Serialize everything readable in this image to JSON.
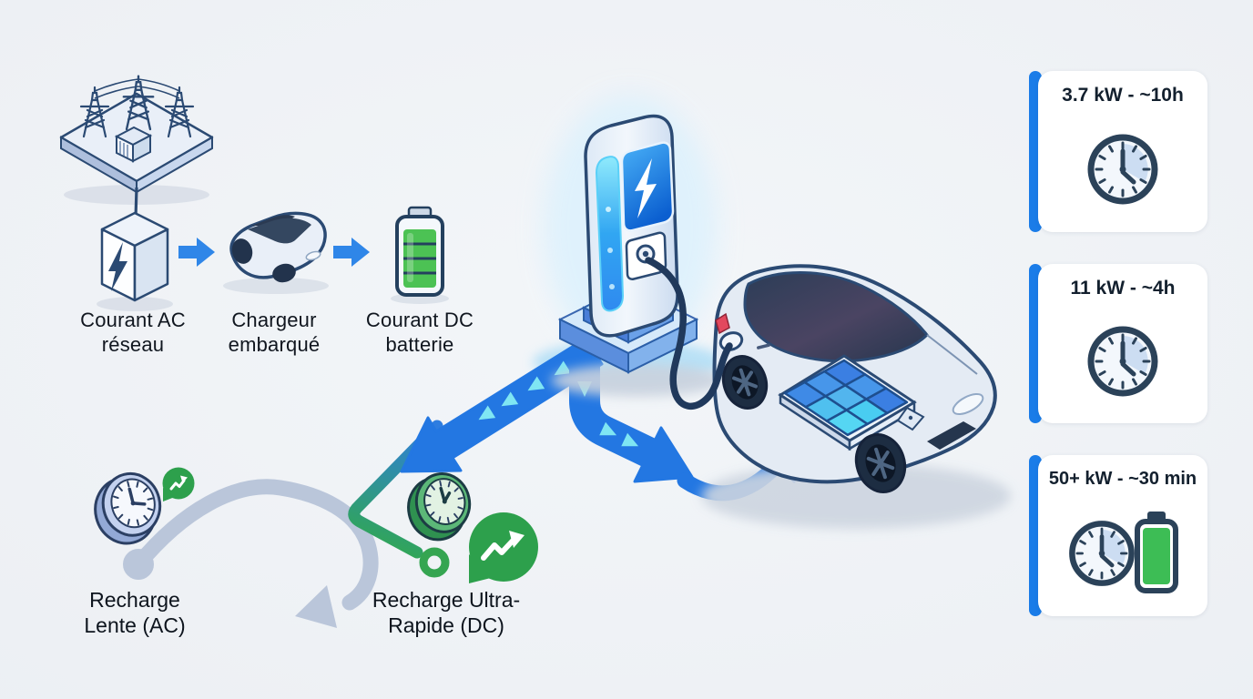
{
  "flow_steps": [
    {
      "line1": "Courant AC",
      "line2": "réseau",
      "icon": "transformer-lightning-icon"
    },
    {
      "line1": "Chargeur",
      "line2": "embarqué",
      "icon": "car-icon"
    },
    {
      "line1": "Courant DC",
      "line2": "batterie",
      "icon": "battery-icon"
    }
  ],
  "charging_modes": [
    {
      "line1": "Recharge",
      "line2": "Lente (AC)",
      "icon": "tilted-clock-icon",
      "badge_icon": "trend-up-badge-icon"
    },
    {
      "line1": "Recharge Ultra-",
      "line2": "Rapide (DC)",
      "icon": "tilted-clock-green-icon",
      "badge_icon": "trend-up-badge-icon"
    }
  ],
  "speed_cards": [
    {
      "title": "3.7 kW - ~10h",
      "icons": [
        "clock-icon"
      ]
    },
    {
      "title": "11 kW - ~4h",
      "icons": [
        "clock-icon"
      ]
    },
    {
      "title": "50+ kW - ~30 min",
      "icons": [
        "clock-icon",
        "battery-icon"
      ]
    }
  ],
  "colors": {
    "background": "#edf0f4",
    "card_accent_blue": "#1a7ce8",
    "flow_arrow_blue": "#2377e2",
    "chevron_cyan": "#7fe6f3",
    "badge_green": "#2da04c",
    "battery_green": "#3dbd55",
    "navy_outline": "#2b4a73",
    "slow_path_gray": "#bac6da",
    "screen_blue": "#0b63d8",
    "text_dark": "#10161f"
  }
}
